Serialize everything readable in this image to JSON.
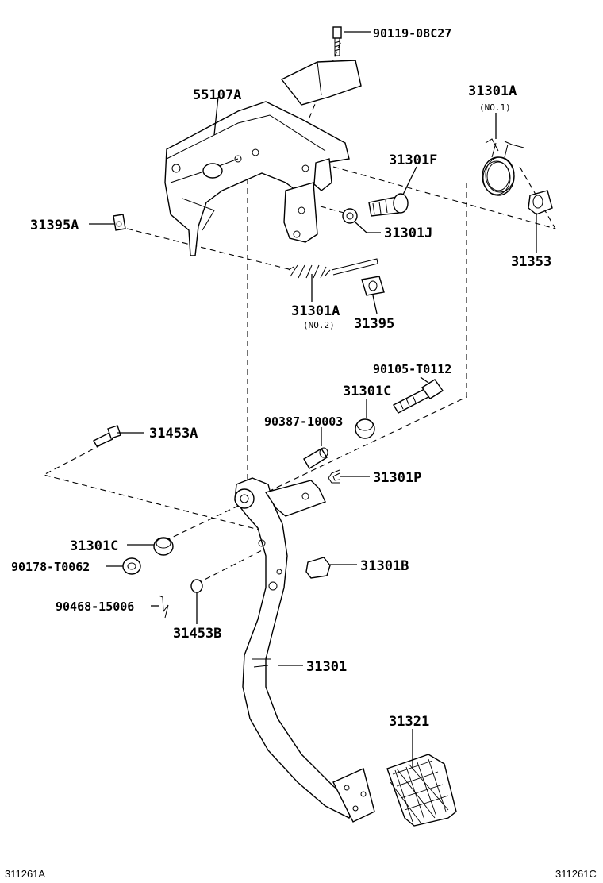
{
  "labels": {
    "p55107A": "55107A",
    "p90119": "90119-08C27",
    "p31301A_1": "31301A",
    "p31301A_1_sub": "(NO.1)",
    "p31301F": "31301F",
    "p31395A": "31395A",
    "p31301J": "31301J",
    "p31353": "31353",
    "p31301A_2": "31301A",
    "p31301A_2_sub": "(NO.2)",
    "p31395": "31395",
    "p90105": "90105-T0112",
    "p31301C_top": "31301C",
    "p90387": "90387-10003",
    "p31453A": "31453A",
    "p31301P": "31301P",
    "p31301C_left": "31301C",
    "p90178": "90178-T0062",
    "p31301B": "31301B",
    "p90468": "90468-15006",
    "p31453B": "31453B",
    "p31301": "31301",
    "p31321": "31321"
  },
  "footer": {
    "left_code": "311261A",
    "right_code": "311261C"
  }
}
